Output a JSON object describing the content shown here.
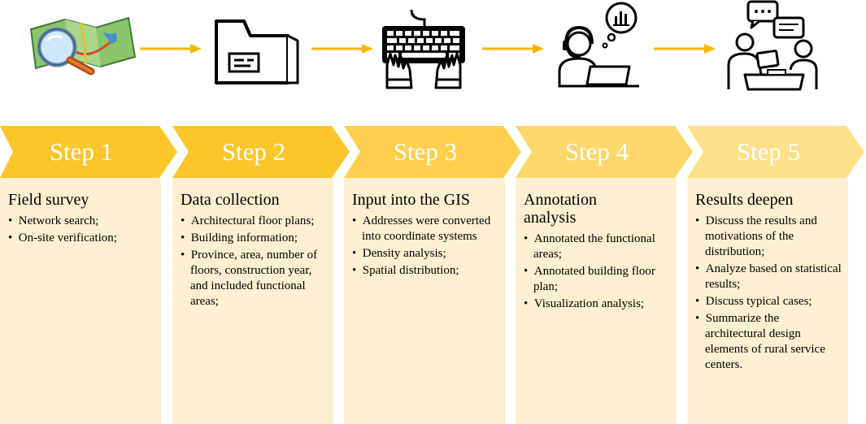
{
  "colors": {
    "arrow": "#f5b800",
    "step_1": "#fcc62a",
    "step_2": "#fcc62a",
    "step_3": "#fdcf4c",
    "step_4": "#fdd769",
    "step_5": "#fde08a",
    "panel": "#fdf0d2"
  },
  "icons": [
    "map-magnifier-icon",
    "folder-icon",
    "keyboard-typing-icon",
    "support-agent-analytics-icon",
    "meeting-discussion-icon"
  ],
  "steps": [
    {
      "label": "Step 1",
      "title": "Field survey",
      "bullets": [
        "Network search;",
        "On-site verification;"
      ]
    },
    {
      "label": "Step 2",
      "title": "Data collection",
      "bullets": [
        "Architectural floor plans;",
        "Building information;",
        "Province, area, number of floors, construction year, and included functional areas;"
      ]
    },
    {
      "label": "Step 3",
      "title": "Input into the GIS",
      "bullets": [
        "Addresses were converted into coordinate systems",
        "Density analysis;",
        "Spatial distribution;"
      ]
    },
    {
      "label": "Step 4",
      "title": "Annotation analysis",
      "bullets": [
        "Annotated the functional areas;",
        "Annotated building floor plan;",
        "Visualization analysis;"
      ]
    },
    {
      "label": "Step 5",
      "title": "Results deepen",
      "bullets": [
        "Discuss the results and motivations of the distribution;",
        "Analyze based on statistical results;",
        "Discuss typical cases;",
        "Summarize the architectural design elements of rural service centers."
      ]
    }
  ]
}
